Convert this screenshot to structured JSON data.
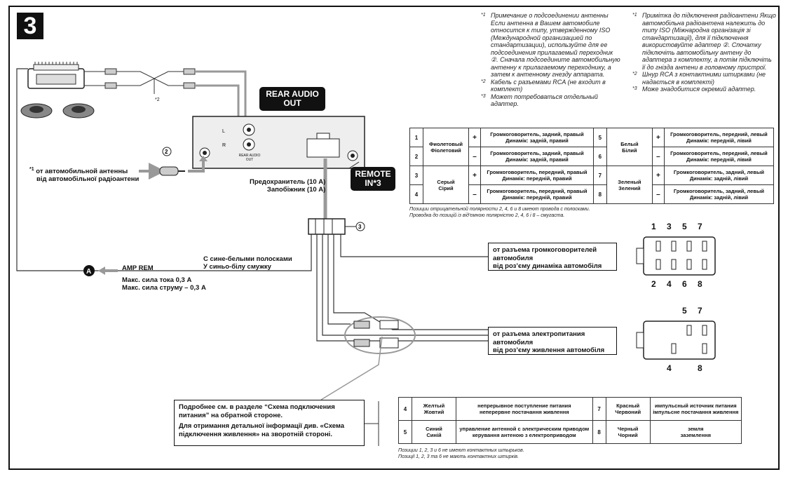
{
  "step_number": "3",
  "notes_ru": [
    {
      "mark": "*1",
      "text": "Примечание о подсоединении антенны Если антенна в Вашем автомобиле относится к типу, утвержденному ISO (Международной организацией по стандартизации), используйте для ее подсоединения прилагаемый переходник ②. Сначала подсоедините автомобильную антенну к прилагаемому переходнику, а затем к антенному гнезду аппарата."
    },
    {
      "mark": "*2",
      "text": "Кабель с разъемами RCA (не входит в комплект)"
    },
    {
      "mark": "*3",
      "text": "Может потребоваться отдельный адаптер."
    }
  ],
  "notes_uk": [
    {
      "mark": "*1",
      "text": "Примітка до підключення радіоантени Якщо автомобільна радіоантена належить до типу ISO (Міжнародна організація зі стандартизації), для її підключення використовуйте адаптер ②. Спочатку підключіть автомобільну антену до адаптера з комплекту, а потім підключіть її до гнізда антени в головному пристрої."
    },
    {
      "mark": "*2",
      "text": "Шнур RCA з контактними штирками (не надається в комплекті)"
    },
    {
      "mark": "*3",
      "text": "Може знадобитися окремий адаптер."
    }
  ],
  "labels": {
    "rear_audio_out": "REAR AUDIO OUT",
    "remote_in": "REMOTE IN*3",
    "star2": "*2",
    "unit_L": "L",
    "unit_R": "R",
    "unit_rear": "REAR AUDIO OUT",
    "item2": "2",
    "item3": "3",
    "antenna_mark": "*1",
    "antenna_ru": "от автомобильной антенны",
    "antenna_uk": "від автомобільної радіоантени",
    "fuse_ru": "Предохранитель (10 A)",
    "fuse_uk": "Запобіжник (10 A)",
    "blue_white_ru": "С сине-белыми полосками",
    "blue_white_uk": "У синьо-білу смужку",
    "amp_rem": "AMP REM",
    "circle_a": "A",
    "max_ru": "Макс. сила тока 0,3 A",
    "max_uk": "Макс. сила струму – 0,3 A"
  },
  "speaker_table": [
    {
      "n1": "1",
      "color": "Фиолетовый\nФіолетовий",
      "s1": "+",
      "d1": "Громкоговоритель, задний, правый\nДинамік: задній, правий",
      "n2": "5",
      "color2": "Белый\nБілий",
      "s2": "+",
      "d2": "Громкоговоритель, передний, левый\nДинамік: передній, лівий"
    },
    {
      "n1": "2",
      "s1": "–",
      "d1": "Громкоговоритель, задний, правый\nДинамік: задній, правий",
      "n2": "6",
      "s2": "–",
      "d2": "Громкоговоритель, передний, левый\nДинамік: передній, лівий"
    },
    {
      "n1": "3",
      "color": "Серый\nСірий",
      "s1": "+",
      "d1": "Громкоговоритель, передний, правый\nДинамік: передній, правий",
      "n2": "7",
      "color2": "Зеленый\nЗелений",
      "s2": "+",
      "d2": "Громкоговоритель, задний, левый\nДинамік: задній, лівий"
    },
    {
      "n1": "4",
      "s1": "–",
      "d1": "Громкоговоритель, передний, правый\nДинамік: передній, правий",
      "n2": "8",
      "s2": "–",
      "d2": "Громкоговоритель, задний, левый\nДинамік: задній, лівий"
    }
  ],
  "speaker_note_ru": "Позиции отрицательной полярности 2, 4, 6 и 8 имеют провода с полосками.",
  "speaker_note_uk": "Проводка до позицій із від'ємною полярністю 2, 4, 6 і 8 – смугаста.",
  "speaker_box": "от разъема громкоговорителей автомобиля\nвід роз’єму динаміка автомобіля",
  "power_box": "от разъема электропитания автомобиля\nвід роз’єму живлення автомобіля",
  "connector1_top": [
    "1",
    "3",
    "5",
    "7"
  ],
  "connector1_bottom": [
    "2",
    "4",
    "6",
    "8"
  ],
  "connector2_top": [
    "5",
    "7"
  ],
  "connector2_bottom": [
    "4",
    "8"
  ],
  "detail_box_ru": "Подробнее см. в разделе “Схема подключения питания” на обратной стороне.",
  "detail_box_uk": "Для отримання детальної інформації див. «Схема підключення живлення» на зворотній стороні.",
  "power_table": [
    {
      "n1": "4",
      "color": "Желтый\nЖовтий",
      "d1": "непрерывное поступление питания\nнеперервне постачання живлення",
      "n2": "7",
      "color2": "Красный\nЧервоний",
      "d2": "импульсный источник питания\nімпульсне постачання живлення"
    },
    {
      "n1": "5",
      "color": "Синий\nСиній",
      "d1": "управление антенной с электрическим приводом\nкерування антеною з електроприводом",
      "n2": "8",
      "color2": "Черный\nЧорний",
      "d2": "земля\nзаземлення"
    }
  ],
  "power_note_ru": "Позиции 1, 2, 3 и 6 не имеют контактных штырьков.",
  "power_note_uk": "Позиції 1, 2, 3 та 6 не мають контактних штирків."
}
